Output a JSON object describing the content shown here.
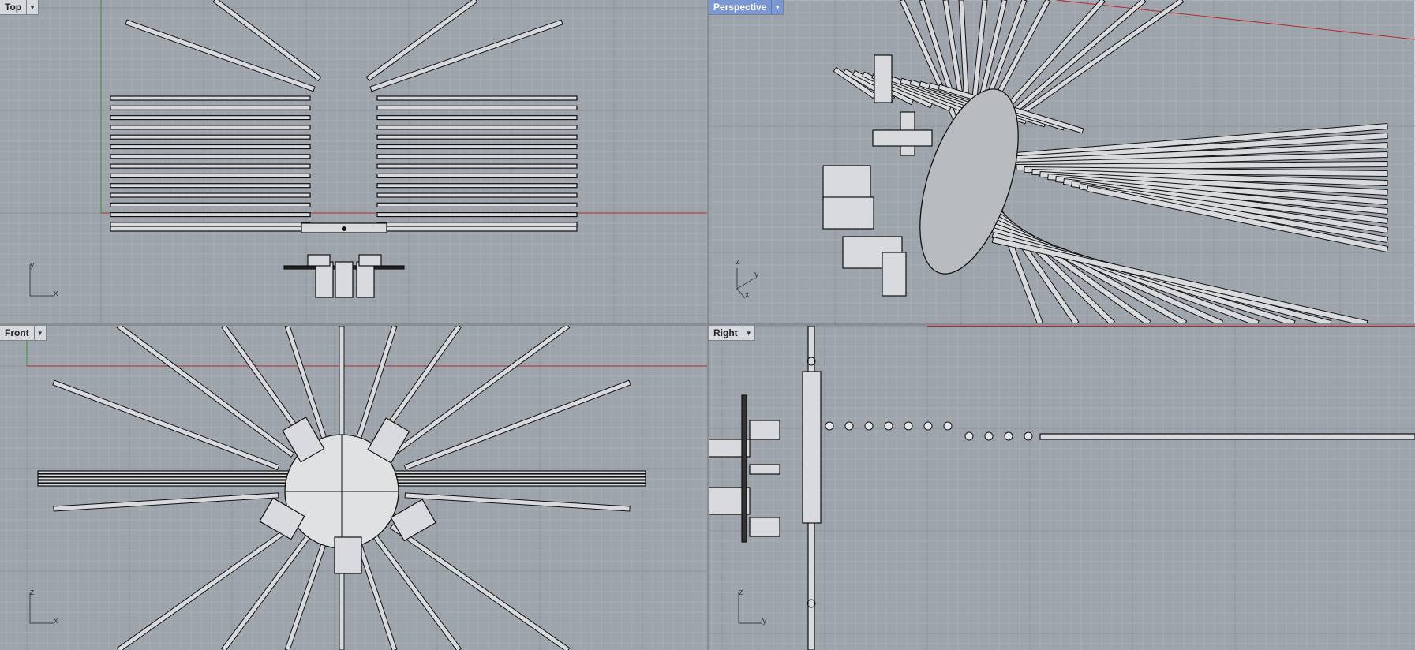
{
  "viewports": {
    "top": {
      "label": "Top",
      "axes": [
        "y",
        "x"
      ],
      "active": false
    },
    "persp": {
      "label": "Perspective",
      "axes": [
        "z",
        "y",
        "x"
      ],
      "active": true
    },
    "front": {
      "label": "Front",
      "axes": [
        "z",
        "x"
      ],
      "active": false
    },
    "right": {
      "label": "Right",
      "axes": [
        "z",
        "y"
      ],
      "active": false
    }
  },
  "icons": {
    "dropdown": "chevron-down-icon",
    "axes": "axis-gizmo-icon"
  },
  "colors": {
    "viewport_bg": "#9ea4ab",
    "grid_minor": "#a9aeb4",
    "grid_major": "#8f949a",
    "x_axis": "#b8292b",
    "y_axis": "#2e9a2e",
    "active_label": "#7c98d4",
    "geometry_edge": "#111111",
    "geometry_fill": "#d8dadd"
  }
}
